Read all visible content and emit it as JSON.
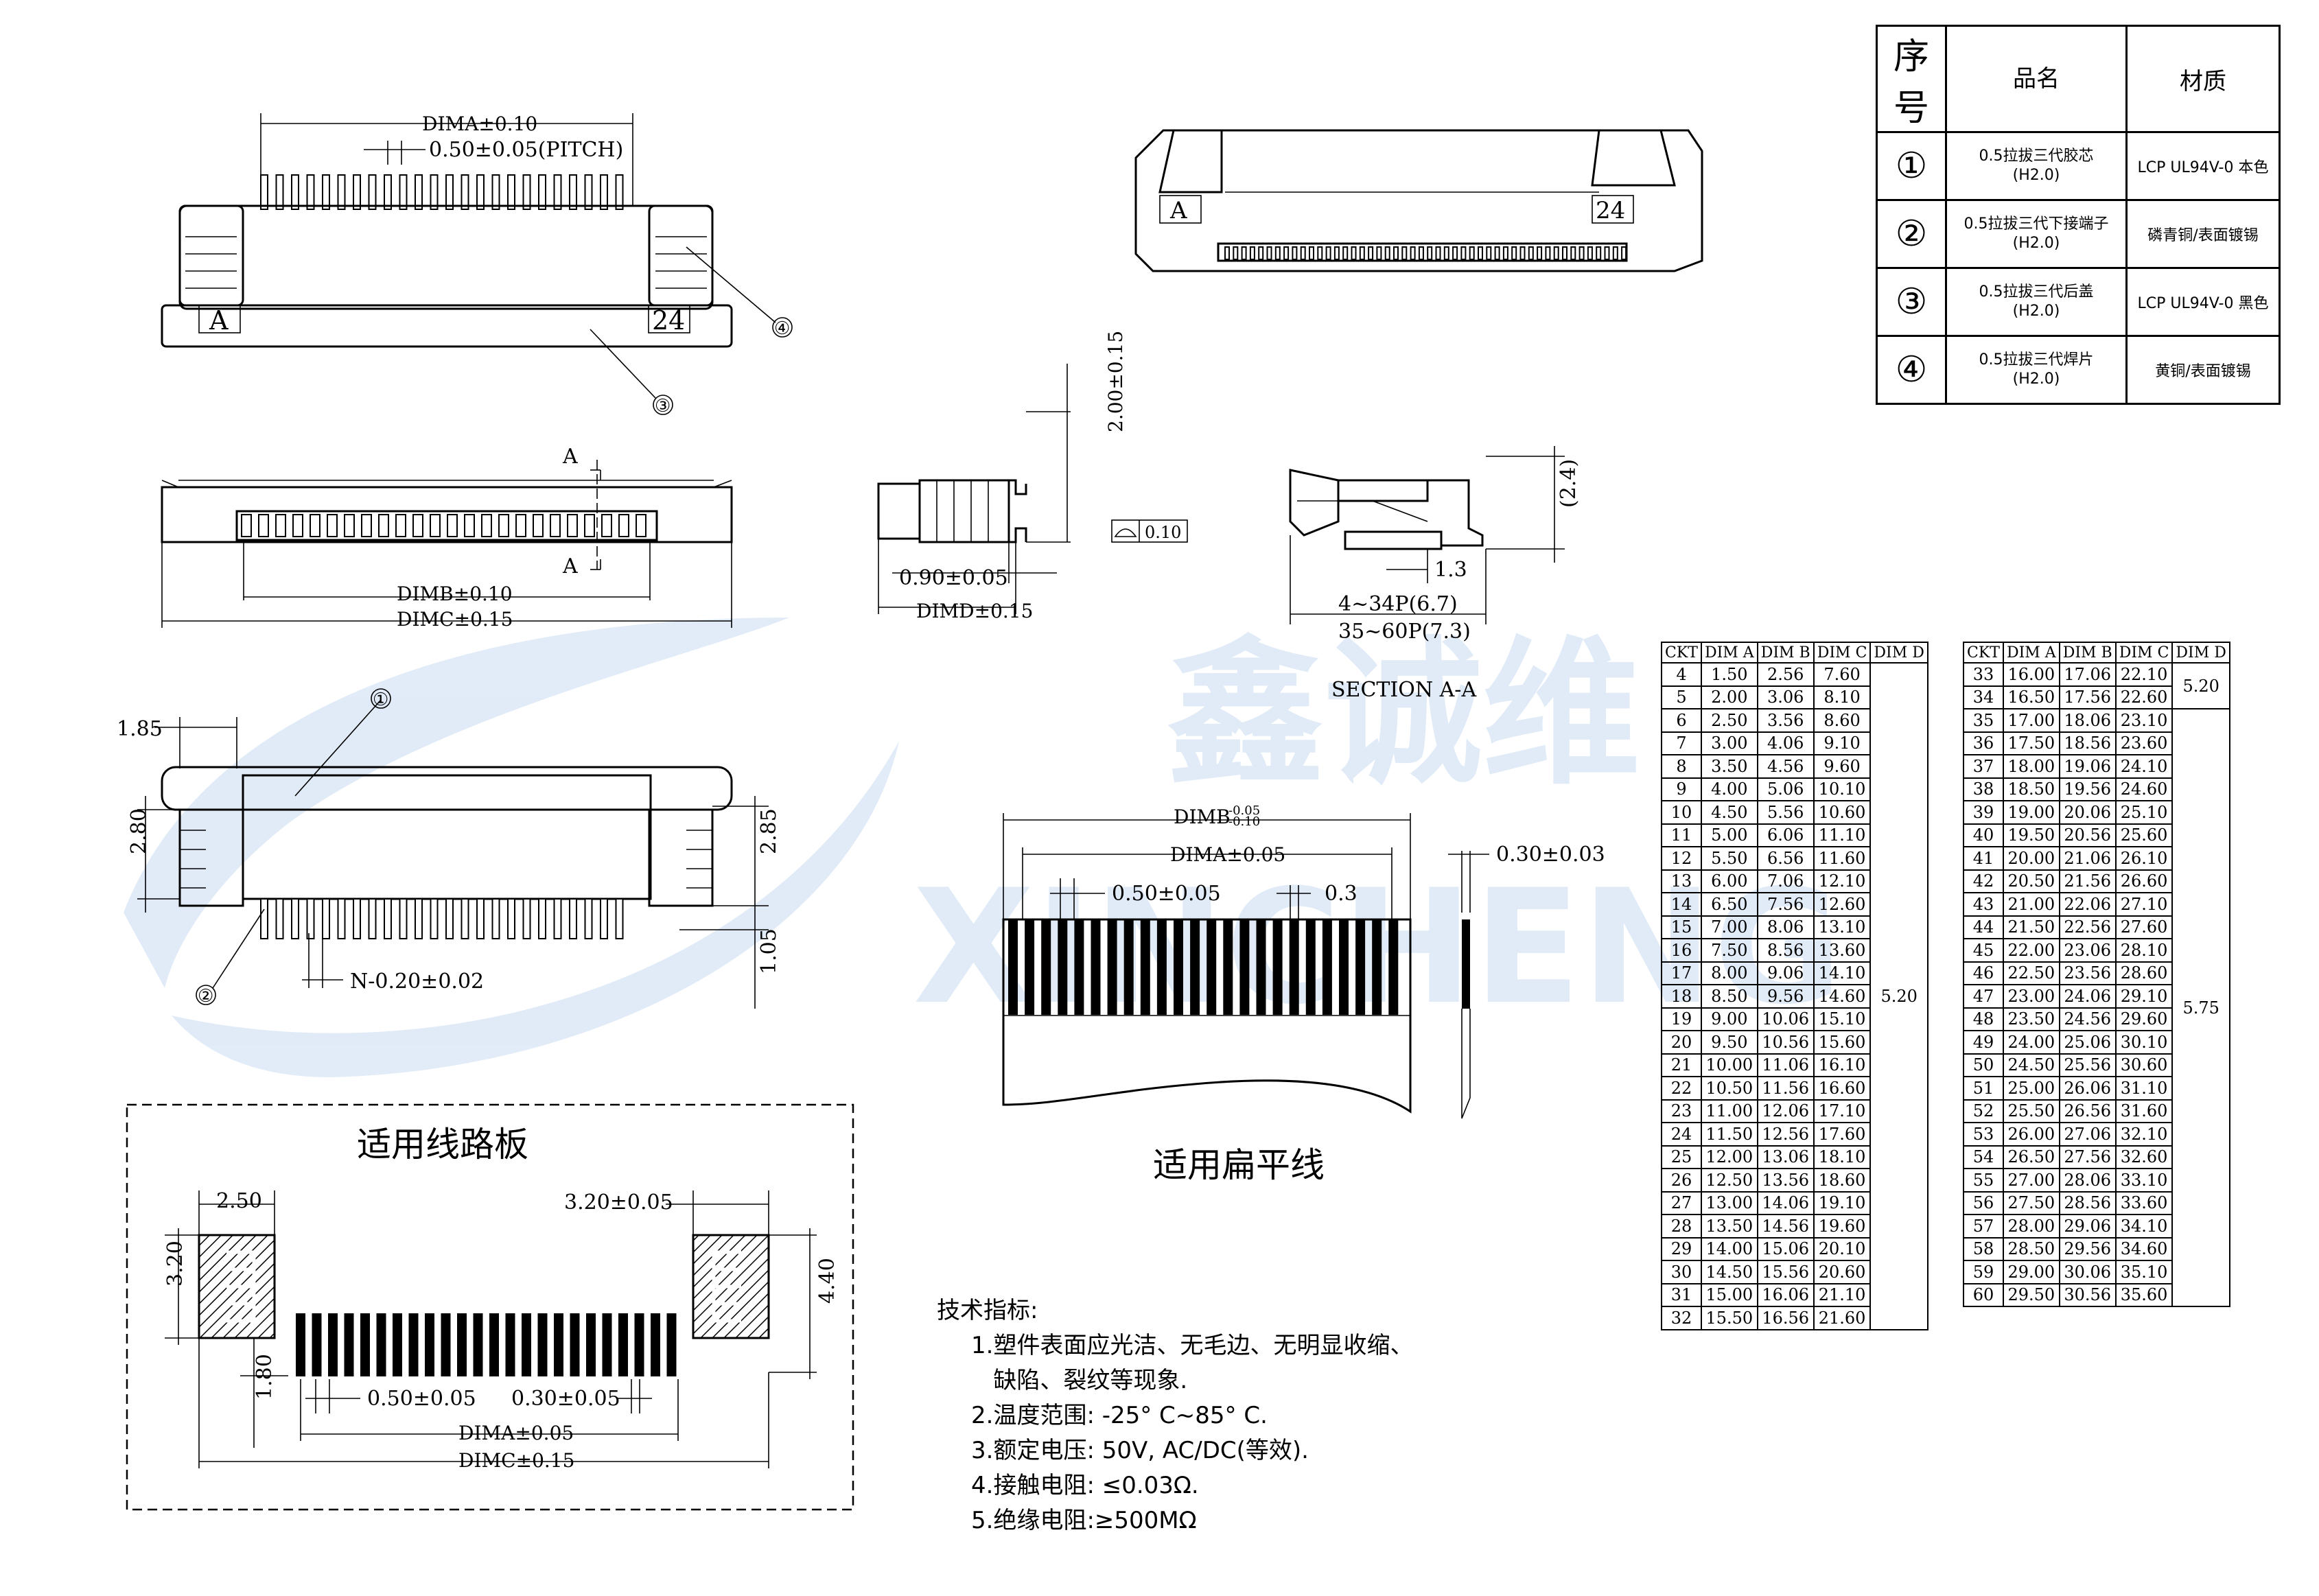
{
  "bom": {
    "headers": [
      "序号",
      "品名",
      "材质"
    ],
    "rows": [
      {
        "num": "①",
        "name": "0.5拉拔三代胶芯",
        "sub": "(H2.0)",
        "material": "LCP UL94V-0 本色"
      },
      {
        "num": "②",
        "name": "0.5拉拔三代下接端子",
        "sub": "(H2.0)",
        "material": "磷青铜/表面镀锡"
      },
      {
        "num": "③",
        "name": "0.5拉拔三代后盖",
        "sub": "(H2.0)",
        "material": "LCP UL94V-0 黑色"
      },
      {
        "num": "④",
        "name": "0.5拉拔三代焊片",
        "sub": "(H2.0)",
        "material": "黄铜/表面镀锡"
      }
    ]
  },
  "dim_table": {
    "headers": [
      "CKT",
      "DIM A",
      "DIM B",
      "DIM C",
      "DIM D"
    ],
    "left_rows": [
      [
        "4",
        "1.50",
        "2.56",
        "7.60"
      ],
      [
        "5",
        "2.00",
        "3.06",
        "8.10"
      ],
      [
        "6",
        "2.50",
        "3.56",
        "8.60"
      ],
      [
        "7",
        "3.00",
        "4.06",
        "9.10"
      ],
      [
        "8",
        "3.50",
        "4.56",
        "9.60"
      ],
      [
        "9",
        "4.00",
        "5.06",
        "10.10"
      ],
      [
        "10",
        "4.50",
        "5.56",
        "10.60"
      ],
      [
        "11",
        "5.00",
        "6.06",
        "11.10"
      ],
      [
        "12",
        "5.50",
        "6.56",
        "11.60"
      ],
      [
        "13",
        "6.00",
        "7.06",
        "12.10"
      ],
      [
        "14",
        "6.50",
        "7.56",
        "12.60"
      ],
      [
        "15",
        "7.00",
        "8.06",
        "13.10"
      ],
      [
        "16",
        "7.50",
        "8.56",
        "13.60"
      ],
      [
        "17",
        "8.00",
        "9.06",
        "14.10"
      ],
      [
        "18",
        "8.50",
        "9.56",
        "14.60"
      ],
      [
        "19",
        "9.00",
        "10.06",
        "15.10"
      ],
      [
        "20",
        "9.50",
        "10.56",
        "15.60"
      ],
      [
        "21",
        "10.00",
        "11.06",
        "16.10"
      ],
      [
        "22",
        "10.50",
        "11.56",
        "16.60"
      ],
      [
        "23",
        "11.00",
        "12.06",
        "17.10"
      ],
      [
        "24",
        "11.50",
        "12.56",
        "17.60"
      ],
      [
        "25",
        "12.00",
        "13.06",
        "18.10"
      ],
      [
        "26",
        "12.50",
        "13.56",
        "18.60"
      ],
      [
        "27",
        "13.00",
        "14.06",
        "19.10"
      ],
      [
        "28",
        "13.50",
        "14.56",
        "19.60"
      ],
      [
        "29",
        "14.00",
        "15.06",
        "20.10"
      ],
      [
        "30",
        "14.50",
        "15.56",
        "20.60"
      ],
      [
        "31",
        "15.00",
        "16.06",
        "21.10"
      ],
      [
        "32",
        "15.50",
        "16.56",
        "21.60"
      ]
    ],
    "left_dimd": "5.20",
    "right_rows": [
      [
        "33",
        "16.00",
        "17.06",
        "22.10"
      ],
      [
        "34",
        "16.50",
        "17.56",
        "22.60"
      ],
      [
        "35",
        "17.00",
        "18.06",
        "23.10"
      ],
      [
        "36",
        "17.50",
        "18.56",
        "23.60"
      ],
      [
        "37",
        "18.00",
        "19.06",
        "24.10"
      ],
      [
        "38",
        "18.50",
        "19.56",
        "24.60"
      ],
      [
        "39",
        "19.00",
        "20.06",
        "25.10"
      ],
      [
        "40",
        "19.50",
        "20.56",
        "25.60"
      ],
      [
        "41",
        "20.00",
        "21.06",
        "26.10"
      ],
      [
        "42",
        "20.50",
        "21.56",
        "26.60"
      ],
      [
        "43",
        "21.00",
        "22.06",
        "27.10"
      ],
      [
        "44",
        "21.50",
        "22.56",
        "27.60"
      ],
      [
        "45",
        "22.00",
        "23.06",
        "28.10"
      ],
      [
        "46",
        "22.50",
        "23.56",
        "28.60"
      ],
      [
        "47",
        "23.00",
        "24.06",
        "29.10"
      ],
      [
        "48",
        "23.50",
        "24.56",
        "29.60"
      ],
      [
        "49",
        "24.00",
        "25.06",
        "30.10"
      ],
      [
        "50",
        "24.50",
        "25.56",
        "30.60"
      ],
      [
        "51",
        "25.00",
        "26.06",
        "31.10"
      ],
      [
        "52",
        "25.50",
        "26.56",
        "31.60"
      ],
      [
        "53",
        "26.00",
        "27.06",
        "32.10"
      ],
      [
        "54",
        "26.50",
        "27.56",
        "32.60"
      ],
      [
        "55",
        "27.00",
        "28.06",
        "33.10"
      ],
      [
        "56",
        "27.50",
        "28.56",
        "33.60"
      ],
      [
        "57",
        "28.00",
        "29.06",
        "34.10"
      ],
      [
        "58",
        "28.50",
        "29.56",
        "34.60"
      ],
      [
        "59",
        "29.00",
        "30.06",
        "35.10"
      ],
      [
        "60",
        "29.50",
        "30.56",
        "35.60"
      ]
    ],
    "right_dimd_top": "5.20",
    "right_dimd_bottom": "5.75"
  },
  "labels": {
    "dima_top": "DIMA±0.10",
    "pitch": "0.50±0.05(PITCH)",
    "sec_a": "A",
    "dimb": "DIMB±0.10",
    "dimc": "DIMC±0.15",
    "h200": "2.00±0.15",
    "flat": "0.10",
    "d090": "0.90±0.05",
    "dimd": "DIMD±0.15",
    "h24": "(2.4)",
    "d13": "1.3",
    "p1": "4~34P(6.7)",
    "p2": "35~60P(7.3)",
    "section": "SECTION A-A",
    "d185": "1.85",
    "d280": "2.80",
    "d285": "2.85",
    "d105": "1.05",
    "npitch": "N-0.20±0.02",
    "mark_a": "A",
    "mark_24": "24",
    "c1": "①",
    "c2": "②",
    "c3": "③",
    "c4": "④",
    "fpc_dimb": "DIMB",
    "fpc_dimb_tol_up": "-0.05",
    "fpc_dimb_tol_dn": "-0.10",
    "fpc_dima": "DIMA±0.05",
    "fpc_pitch": "0.50±0.05",
    "fpc_03": "0.3",
    "fpc_thk": "0.30±0.03",
    "fpc_title": "适用扁平线",
    "pcb_title": "适用线路板",
    "pcb_250": "2.50",
    "pcb_320w": "3.20±0.05",
    "pcb_320h": "3.20",
    "pcb_440": "4.40",
    "pcb_180": "1.80",
    "pcb_pitch": "0.50±0.05",
    "pcb_030": "0.30±0.05",
    "pcb_dima": "DIMA±0.05",
    "pcb_dimc": "DIMC±0.15"
  },
  "specs": {
    "title": "技术指标:",
    "items": [
      "1.塑件表面应光洁、无毛边、无明显收缩、",
      "   缺陷、裂纹等现象.",
      "2.温度范围: -25° C~85° C.",
      "3.额定电压: 50V, AC/DC(等效).",
      "4.接触电阻: ≤0.03Ω.",
      "5.绝缘电阻:≥500MΩ"
    ]
  },
  "watermark": {
    "cn": "鑫诚维",
    "en": "XINCHENG"
  }
}
